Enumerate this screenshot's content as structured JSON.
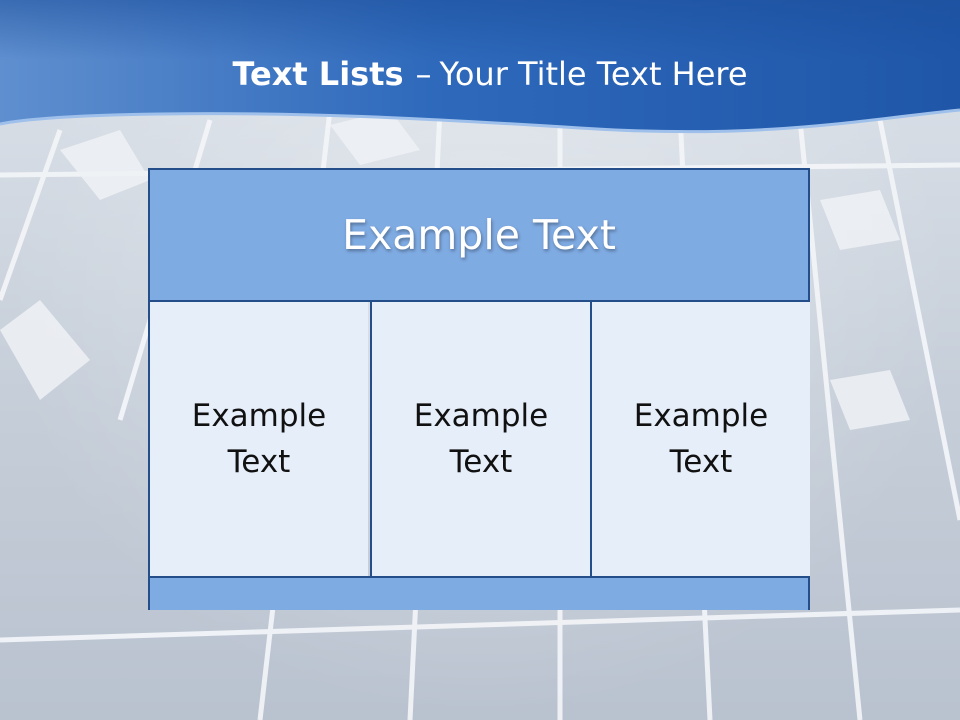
{
  "slide": {
    "title_bold": "Text Lists",
    "title_separator": "–",
    "title_rest": "Your Title Text Here"
  },
  "table": {
    "header": "Example Text",
    "columns": [
      "Example Text",
      "Example Text",
      "Example Text"
    ]
  },
  "colors": {
    "header_band": "#2b66b6",
    "table_border": "#234e8a",
    "header_fill": "#7fabe3",
    "cell_fill": "#e6eefa"
  }
}
